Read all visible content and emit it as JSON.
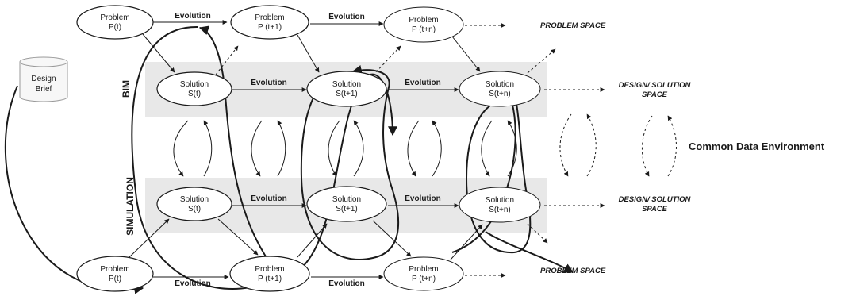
{
  "colors": {
    "band": "#e8e8e8",
    "stroke": "#1a1a1a",
    "cylinder": "#f7f7f7",
    "cylinder_stroke": "#9a9a9a"
  },
  "brief": {
    "line1": "Design",
    "line2": "Brief"
  },
  "bands": {
    "top": "BIM",
    "bottom": "SIMULATION"
  },
  "cde": "Common Data Environment",
  "spaces": {
    "problem_top": "PROBLEM SPACE",
    "design_top_1": "DESIGN/ SOLUTION",
    "design_top_2": "SPACE",
    "design_bot_1": "DESIGN/ SOLUTION",
    "design_bot_2": "SPACE",
    "problem_bot": "PROBLEM SPACE"
  },
  "evolution": "Evolution",
  "problems_top": [
    {
      "l1": "Problem",
      "l2": "P(t)"
    },
    {
      "l1": "Problem",
      "l2": "P (t+1)"
    },
    {
      "l1": "Problem",
      "l2": "P (t+n)"
    }
  ],
  "solutions_top": [
    {
      "l1": "Solution",
      "l2": "S(t)"
    },
    {
      "l1": "Solution",
      "l2": "S(t+1)"
    },
    {
      "l1": "Solution",
      "l2": "S(t+n)"
    }
  ],
  "solutions_bot": [
    {
      "l1": "Solution",
      "l2": "S(t)"
    },
    {
      "l1": "Solution",
      "l2": "S(t+1)"
    },
    {
      "l1": "Solution",
      "l2": "S(t+n)"
    }
  ],
  "problems_bot": [
    {
      "l1": "Problem",
      "l2": "P(t)"
    },
    {
      "l1": "Problem",
      "l2": "P (t+1)"
    },
    {
      "l1": "Problem",
      "l2": "P (t+n)"
    }
  ]
}
